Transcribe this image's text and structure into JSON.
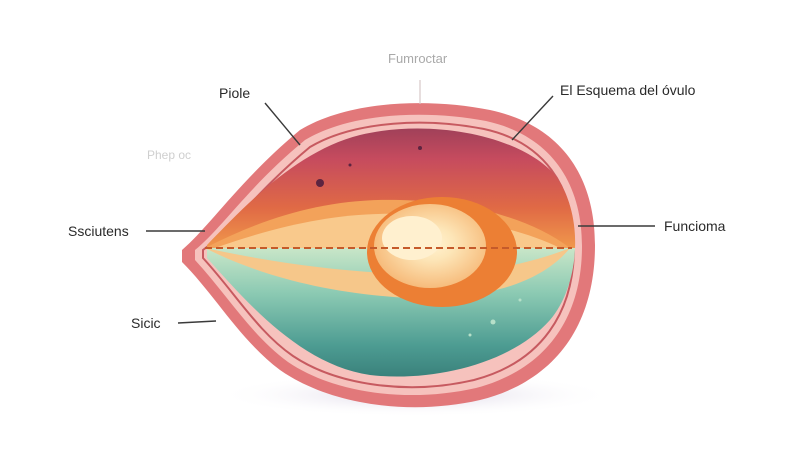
{
  "labels": {
    "top": "Fumroctar",
    "upper_left": "Piole",
    "faint_left": "Phep oc",
    "upper_right": "El Esquema del óvulo",
    "mid_left": "Ssciutens",
    "mid_right": "Funcioma",
    "lower_left": "Sicic"
  },
  "colors": {
    "outer_rim": "#e2787a",
    "inner_rim": "#f6c2bd",
    "shell_dark": "#7e3850",
    "upper_red": "#d9484d",
    "upper_pink": "#c8506a",
    "orange": "#ee8a3e",
    "peach": "#f8c589",
    "cream": "#fde6b8",
    "teal_dark": "#2f7f78",
    "teal": "#4d9c92",
    "mint": "#a8d8c0",
    "divider": "#c55a2a",
    "shadow": "#e2dcea",
    "line": "#3a3a3a"
  }
}
